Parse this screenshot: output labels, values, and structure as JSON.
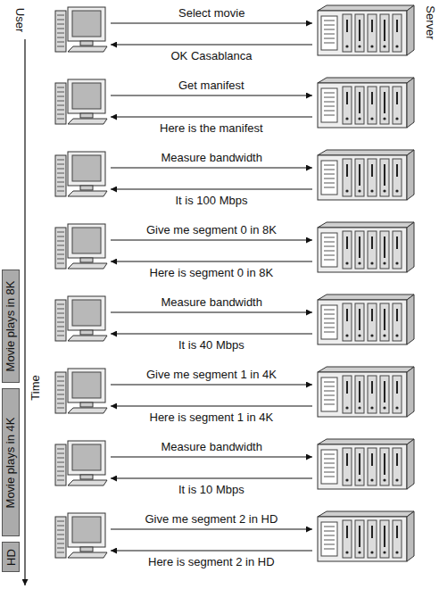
{
  "diagram": {
    "nodes": [
      {
        "text": [
          "Movie plays in 8K"
        ]
      },
      {
        "text": [
          "Movie plays in 4K"
        ]
      },
      {
        "text": [
          "HD"
        ]
      }
    ],
    "labels": [
      "User",
      "Server",
      "Select movie",
      "OK Casablanca",
      "Get manifest",
      "Here is the manifest",
      "Measure bandwidth",
      "It is 100 Mbps",
      "Give me segment 0 in 8K",
      "Here is segment 0 in 8K",
      "Measure bandwidth",
      "It is 40 Mbps",
      "Give me segment 1 in 4K",
      "Here is segment 1 in 4K",
      "Measure bandwidth",
      "It is 10 Mbps",
      "Give me segment 2 in HD",
      "Here is segment 2 in HD",
      "Time"
    ]
  }
}
